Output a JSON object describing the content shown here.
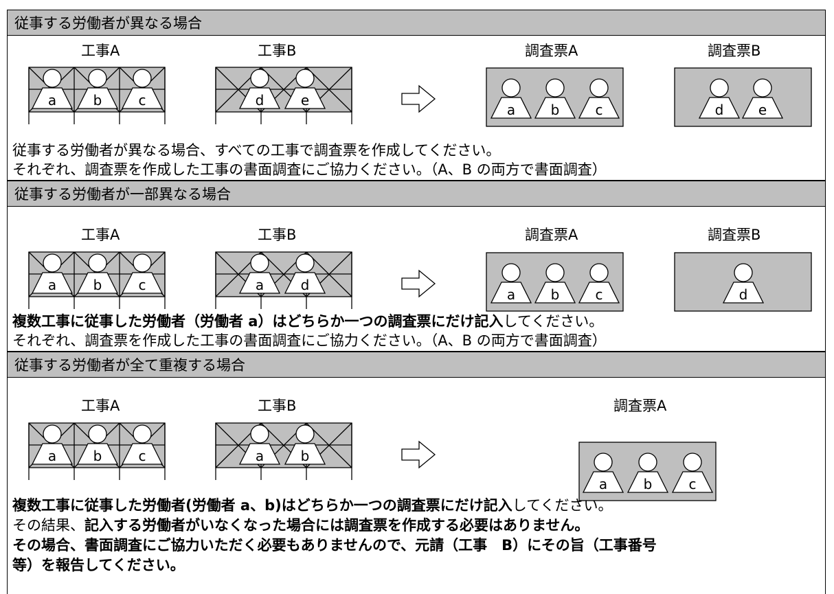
{
  "sections": [
    {
      "header": "従事する労働者が異なる場合",
      "labels": {
        "work_a": "工事A",
        "work_b": "工事B",
        "survey_a": "調査票A",
        "survey_b": "調査票B"
      },
      "work_a_workers": [
        "a",
        "b",
        "c"
      ],
      "work_b_workers": [
        "d",
        "e"
      ],
      "survey_a_workers": [
        "a",
        "b",
        "c"
      ],
      "survey_b_workers": [
        "d",
        "e"
      ],
      "line1": [
        "従事する労働者が異なる場合、すべての工事で調査票を作成してください。"
      ],
      "line2": "それぞれ、調査票を作成した工事の書面調査にご協力ください。（A、B の両方で書面調査）"
    },
    {
      "header": "従事する労働者が一部異なる場合",
      "labels": {
        "work_a": "工事A",
        "work_b": "工事B",
        "survey_a": "調査票A",
        "survey_b": "調査票B"
      },
      "work_a_workers": [
        "a",
        "b",
        "c"
      ],
      "work_b_workers": [
        "a",
        "d"
      ],
      "survey_a_workers": [
        "a",
        "b",
        "c"
      ],
      "survey_b_workers": [
        "d"
      ],
      "line1_bold": "複数工事に従事した労働者（労働者 a）はどちらか一つの調査票にだけ記入",
      "line1_rest": "してください。",
      "line2": "それぞれ、調査票を作成した工事の書面調査にご協力ください。（A、B の両方で書面調査）"
    },
    {
      "header": "従事する労働者が全て重複する場合",
      "labels": {
        "work_a": "工事A",
        "work_b": "工事B",
        "survey_a": "調査票A"
      },
      "work_a_workers": [
        "a",
        "b",
        "c"
      ],
      "work_b_workers": [
        "a",
        "b"
      ],
      "survey_a_workers": [
        "a",
        "b",
        "c"
      ],
      "line1_bold": "複数工事に従事した労働者(労働者 a、b)はどちらか一つの調査票にだけ記入",
      "line1_rest": "してください。",
      "line2_plain": "その結果、",
      "line2_bold": "記入する労働者がいなくなった場合には調査票を作成する必要はありません。",
      "line3": "その場合、書面調査にご協力いただく必要もありませんので、元請（工事　B）にその旨（工事番号",
      "line4": "等）を報告してください。"
    }
  ]
}
